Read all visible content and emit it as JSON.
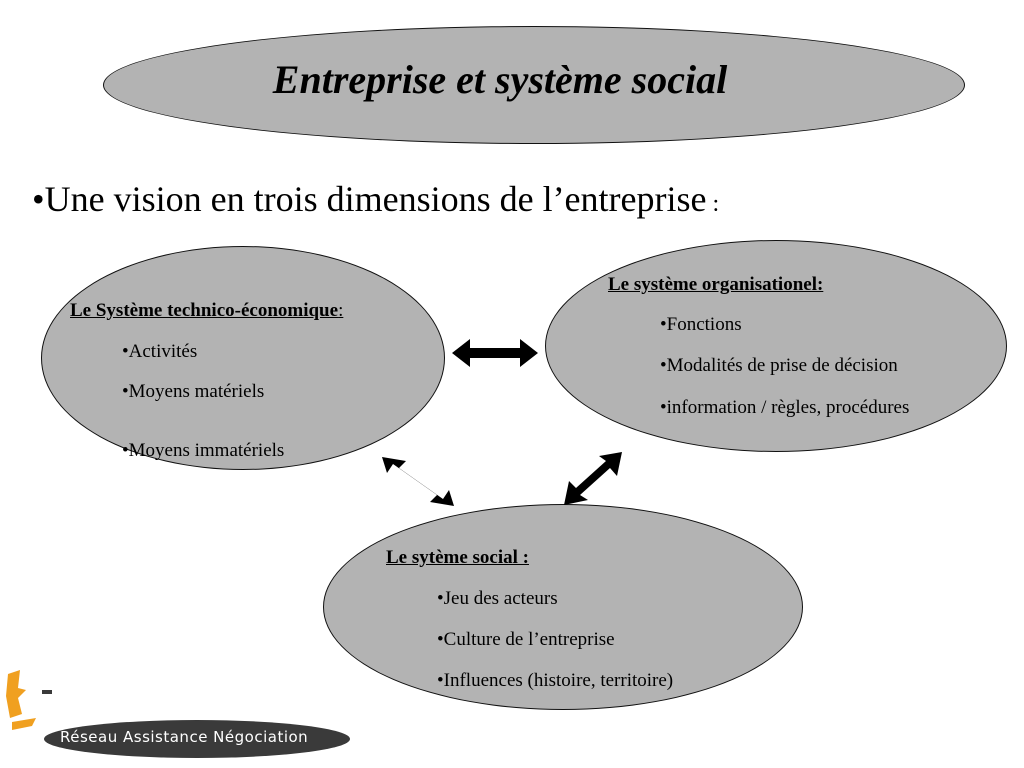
{
  "title": "Entreprise et système social",
  "intro": {
    "bullet": "•",
    "text": "Une vision en trois dimensions de l’entreprise",
    "colon": " :"
  },
  "tech": {
    "title": "Le Système technico-économique",
    "title_suffix": ":",
    "items": [
      "•Activités",
      "•Moyens matériels",
      "•Moyens immatériels"
    ]
  },
  "org": {
    "title": "Le système organisationel:",
    "items": [
      "•Fonctions",
      "•Modalités de prise de décision",
      "•information / règles, procédures"
    ]
  },
  "social": {
    "title": "Le sytème social :",
    "items": [
      "•Jeu des acteurs",
      "•Culture de l’entreprise",
      "•Influences (histoire, territoire)"
    ]
  },
  "logo": {
    "text": "Réseau Assistance Négociation",
    "mark_color": "#f0a020"
  },
  "colors": {
    "ellipse_fill": "#b3b3b3",
    "arrow": "#000000",
    "background": "#ffffff"
  },
  "icons": [
    "double-arrow-icon",
    "logo-mark-icon"
  ]
}
